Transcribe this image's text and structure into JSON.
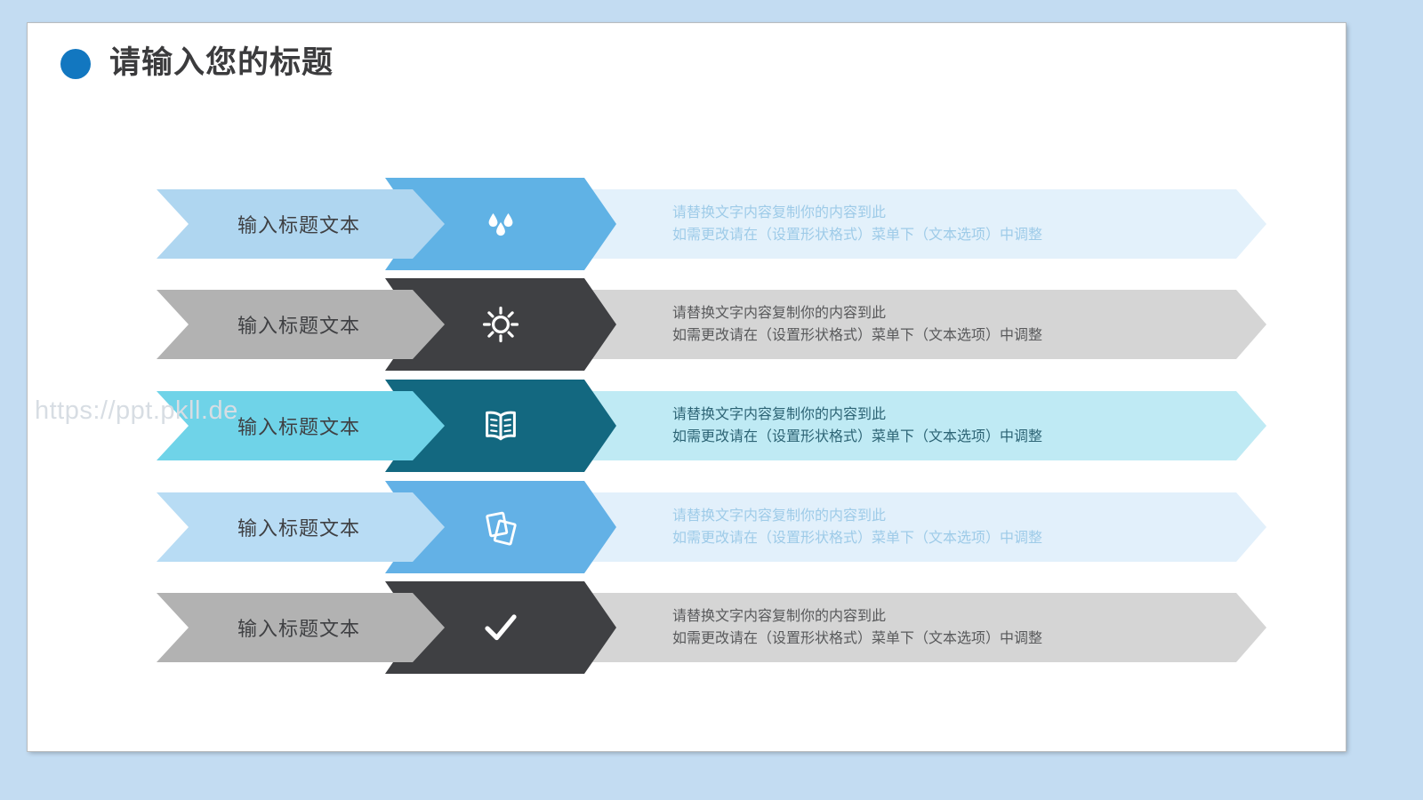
{
  "slide": {
    "title": "请输入您的标题",
    "watermark": "https://ppt.pkll.de",
    "background_color": "#c3dcf2",
    "canvas_color": "#ffffff",
    "bullet_color": "#1277c0",
    "title_color": "#3b3b3d"
  },
  "rows": [
    {
      "label": "输入标题文本",
      "desc_line1": "请替换文字内容复制你的内容到此",
      "desc_line2": "如需更改请在（设置形状格式）菜单下（文本选项）中调整",
      "icon": "water-drops-icon",
      "label_color": "#afd6f0",
      "icon_color": "#60b2e5",
      "desc_color": "#e3f1fb",
      "desc_text_color": "#9ecbe8"
    },
    {
      "label": "输入标题文本",
      "desc_line1": "请替换文字内容复制你的内容到此",
      "desc_line2": "如需更改请在（设置形状格式）菜单下（文本选项）中调整",
      "icon": "sun-icon",
      "label_color": "#b2b2b2",
      "icon_color": "#3f4043",
      "desc_color": "#d5d5d5",
      "desc_text_color": "#58595b"
    },
    {
      "label": "输入标题文本",
      "desc_line1": "请替换文字内容复制你的内容到此",
      "desc_line2": "如需更改请在（设置形状格式）菜单下（文本选项）中调整",
      "icon": "open-book-icon",
      "label_color": "#6fd3e8",
      "icon_color": "#136880",
      "desc_color": "#bfeaf4",
      "desc_text_color": "#2d6475"
    },
    {
      "label": "输入标题文本",
      "desc_line1": "请替换文字内容复制你的内容到此",
      "desc_line2": "如需更改请在（设置形状格式）菜单下（文本选项）中调整",
      "icon": "stacked-cards-icon",
      "label_color": "#b8dcf4",
      "icon_color": "#63b1e6",
      "desc_color": "#e2f0fb",
      "desc_text_color": "#9ecbe8"
    },
    {
      "label": "输入标题文本",
      "desc_line1": "请替换文字内容复制你的内容到此",
      "desc_line2": "如需更改请在（设置形状格式）菜单下（文本选项）中调整",
      "icon": "checkmark-icon",
      "label_color": "#b2b2b2",
      "icon_color": "#3f4043",
      "desc_color": "#d5d5d5",
      "desc_text_color": "#58595b"
    }
  ]
}
